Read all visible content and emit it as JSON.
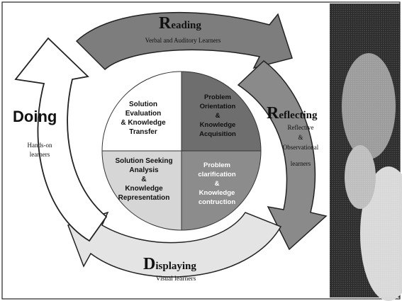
{
  "diagram": {
    "arrows": {
      "reading": {
        "initial": "R",
        "rest": "eading",
        "subtitle": "Verbal and Auditory Learners"
      },
      "reflecting": {
        "initial": "R",
        "rest": "eflecting",
        "subtitle_lines": [
          "Reflective",
          "&",
          "Observational",
          "learners"
        ]
      },
      "displaying": {
        "initial": "D",
        "rest": "isplaying",
        "subtitle": "Visual learners"
      },
      "doing": {
        "title": "Doing",
        "subtitle_lines": [
          "Hands-on",
          "learners"
        ]
      }
    },
    "quadrants": {
      "top_left": [
        "Solution",
        "Evaluation",
        "& Knowledge",
        "Transfer"
      ],
      "top_right": [
        "Problem",
        "Orientation",
        "&",
        "Knowledge",
        "Acquisition"
      ],
      "bottom_left": [
        "Solution Seeking",
        "Analysis",
        "&",
        "Knowledge",
        "Representation"
      ],
      "bottom_right": [
        "Problem",
        "clarification",
        "&",
        "Knowledge",
        "contruction"
      ]
    }
  },
  "colors": {
    "reading_arrow": "#7d7d7d",
    "reflecting_arrow": "#8a8a8a",
    "displaying_arrow": "#e4e4e4",
    "doing_arrow": "#ffffff",
    "quadrant_top_left": "#ffffff",
    "quadrant_top_right": "#6e6e6e",
    "quadrant_bottom_left": "#d6d6d6",
    "quadrant_bottom_right": "#8c8c8c",
    "photo_background": "#2a2a2a"
  }
}
